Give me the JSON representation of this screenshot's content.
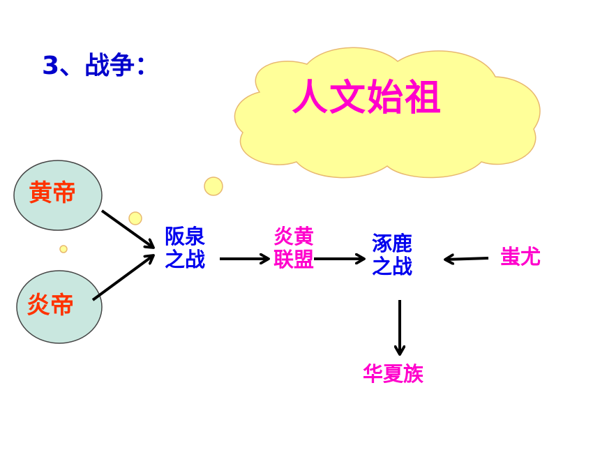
{
  "heading": "3、战争：",
  "cloud": {
    "label": "人文始祖"
  },
  "nodes": {
    "huangdi": "黄帝",
    "yandi": "炎帝",
    "banquan": "阪泉\n之战",
    "alliance": "炎黄\n联盟",
    "zhuolu": "涿鹿\n之战",
    "chiyou": "蚩尤",
    "huaxia": "华夏族"
  },
  "colors": {
    "heading": "#0000cc",
    "cloud_fill": "#ffff99",
    "cloud_label": "#ff00cc",
    "ellipse_fill": "#c9e7df",
    "ellipse_label": "#ff3300",
    "battle_label": "#0000ee",
    "pink_label": "#ff00cc",
    "arrow": "#000000"
  }
}
